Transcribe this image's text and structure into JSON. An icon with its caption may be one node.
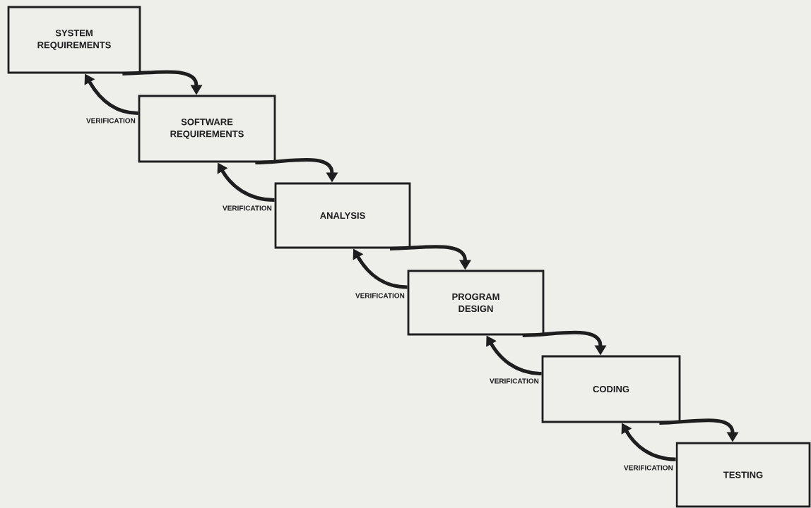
{
  "diagram": {
    "nodes": [
      {
        "text": [
          "SYSTEM REQUIREMENTS"
        ]
      },
      {
        "text": [
          "SOFTWARE REQUIREMENTS"
        ]
      },
      {
        "text": [
          "ANALYSIS"
        ]
      },
      {
        "text": [
          "PROGRAM DESIGN"
        ]
      },
      {
        "text": [
          "CODING"
        ]
      },
      {
        "text": [
          "TESTING"
        ]
      }
    ],
    "edges": [
      {
        "from": 0,
        "to": 1,
        "arrow": "to"
      },
      {
        "from": 1,
        "to": 0,
        "arrow": "to",
        "label": "VERIFICATION"
      },
      {
        "from": 1,
        "to": 2,
        "arrow": "to"
      },
      {
        "from": 2,
        "to": 1,
        "arrow": "to",
        "label": "VERIFICATION"
      },
      {
        "from": 2,
        "to": 3,
        "arrow": "to"
      },
      {
        "from": 3,
        "to": 2,
        "arrow": "to",
        "label": "VERIFICATION"
      },
      {
        "from": 3,
        "to": 4,
        "arrow": "to"
      },
      {
        "from": 4,
        "to": 3,
        "arrow": "to",
        "label": "VERIFICATION"
      },
      {
        "from": 4,
        "to": 5,
        "arrow": "to"
      },
      {
        "from": 5,
        "to": 4,
        "arrow": "to",
        "label": "VERIFICATION"
      }
    ]
  }
}
